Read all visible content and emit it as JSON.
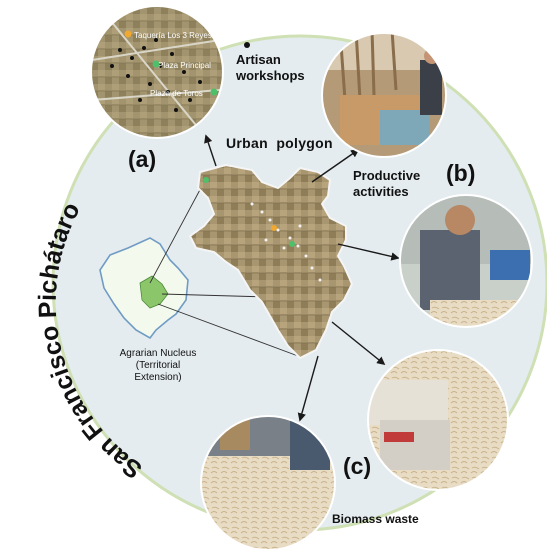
{
  "title_curved": "San Francisco Pichátaro",
  "labels": {
    "panel_a": "(a)",
    "panel_b": "(b)",
    "panel_c": "(c)",
    "urban_polygon": "Urban  polygon",
    "productive_line1": "Productive",
    "productive_line2": "activities",
    "artisan_line1": "Artisan",
    "artisan_line2": "workshops",
    "biomass_waste": "Biomass waste",
    "agrarian_line1": "Agrarian Nucleus",
    "agrarian_line2": "(Territorial",
    "agrarian_line3": "Extension)"
  },
  "map_pins": {
    "pin1": "Taquería Los 3 Reyes",
    "pin2": "Plaza Principal",
    "pin3": "Plaza de Toros"
  },
  "colors": {
    "big_circle_fill": "#e4ecef",
    "big_circle_stroke": "#cfe0b4",
    "urban_fill": "#9a8a66",
    "nucleus_fill": "#f4f9ee",
    "nucleus_stroke": "#6f9bc4",
    "highlight_green": "#8cc66a",
    "arrow": "#1a1a1a"
  }
}
